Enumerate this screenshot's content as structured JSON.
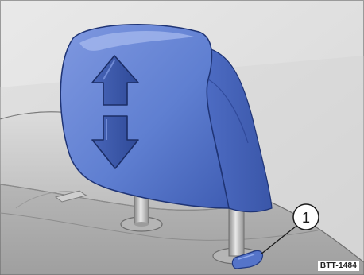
{
  "illustration": {
    "subject": "headrest",
    "icons": [
      "up-arrow-icon",
      "down-arrow-icon"
    ],
    "colors": {
      "headrest": "#5f7fd1",
      "headrest_highlight": "#8fa8ea",
      "headrest_shadow": "#3d5bb0",
      "arrow": "#3c5aa8",
      "arrow_outline": "#1c2e66",
      "seat": "#b9b9b9",
      "background": "#e4e4e4",
      "release_button": "#5574c9"
    }
  },
  "callout": {
    "number": "1"
  },
  "figure_code": "BTT-1484"
}
